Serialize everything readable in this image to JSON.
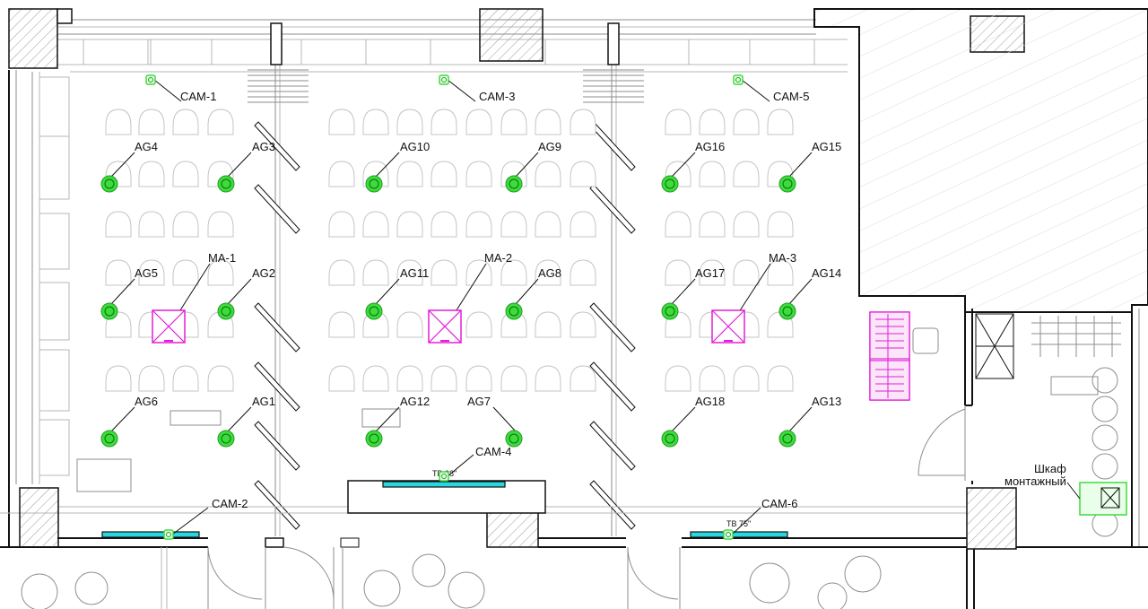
{
  "cameras": [
    {
      "id": "cam-1",
      "label": "CAM-1"
    },
    {
      "id": "cam-2",
      "label": "CAM-2"
    },
    {
      "id": "cam-3",
      "label": "CAM-3"
    },
    {
      "id": "cam-4",
      "label": "CAM-4"
    },
    {
      "id": "cam-5",
      "label": "CAM-5"
    },
    {
      "id": "cam-6",
      "label": "CAM-6"
    }
  ],
  "speakers": [
    {
      "id": "ag1",
      "label": "AG1"
    },
    {
      "id": "ag2",
      "label": "AG2"
    },
    {
      "id": "ag3",
      "label": "AG3"
    },
    {
      "id": "ag4",
      "label": "AG4"
    },
    {
      "id": "ag5",
      "label": "AG5"
    },
    {
      "id": "ag6",
      "label": "AG6"
    },
    {
      "id": "ag7",
      "label": "AG7"
    },
    {
      "id": "ag8",
      "label": "AG8"
    },
    {
      "id": "ag9",
      "label": "AG9"
    },
    {
      "id": "ag10",
      "label": "AG10"
    },
    {
      "id": "ag11",
      "label": "AG11"
    },
    {
      "id": "ag12",
      "label": "AG12"
    },
    {
      "id": "ag13",
      "label": "AG13"
    },
    {
      "id": "ag14",
      "label": "AG14"
    },
    {
      "id": "ag15",
      "label": "AG15"
    },
    {
      "id": "ag16",
      "label": "AG16"
    },
    {
      "id": "ag17",
      "label": "AG17"
    },
    {
      "id": "ag18",
      "label": "AG18"
    }
  ],
  "mics": [
    {
      "id": "ma-1",
      "label": "MA-1"
    },
    {
      "id": "ma-2",
      "label": "MA-2"
    },
    {
      "id": "ma-3",
      "label": "MA-3"
    }
  ],
  "tv": {
    "tv98": "ТВ 98\"",
    "tv75": "ТВ 75\""
  },
  "cabinet": {
    "line1": "Шкаф",
    "line2": "монтажный"
  },
  "colors": {
    "speaker": "#3ddc3d",
    "camera": "#3ddc3d",
    "mic": "#e21ed8",
    "screen": "#2ad6e0",
    "wall": "#111111",
    "furniture": "#c4c4c4"
  }
}
